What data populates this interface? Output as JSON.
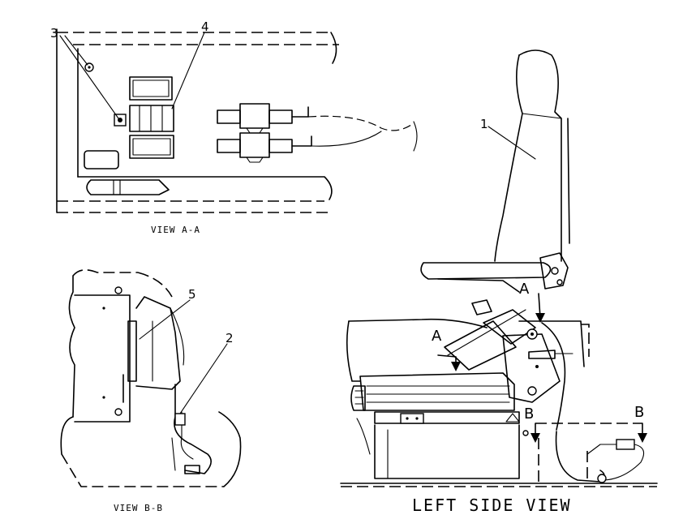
{
  "views": {
    "view_aa": {
      "caption": "VIEW A-A"
    },
    "view_bb": {
      "caption": "VIEW B-B"
    },
    "left_side": {
      "caption": "LEFT SIDE VIEW"
    }
  },
  "callouts": {
    "c1": "1",
    "c2": "2",
    "c3": "3",
    "c4": "4",
    "c5": "5"
  },
  "section_markers": {
    "a_upper": "A",
    "a_lower": "A",
    "b_left": "B",
    "b_right": "B"
  },
  "colors": {
    "line": "#000000",
    "background": "#ffffff"
  }
}
